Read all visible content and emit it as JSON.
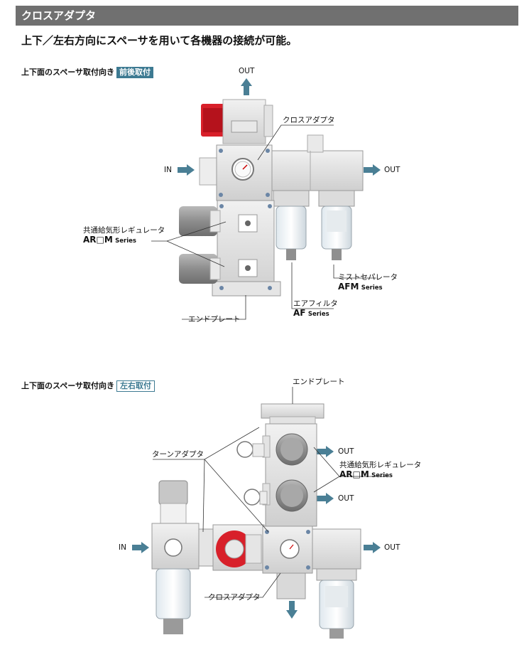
{
  "header": {
    "title": "クロスアダプタ"
  },
  "lead": "上下／左右方向にスペーサを用いて各機器の接続が可能。",
  "section1": {
    "title": "上下面のスペーサ取付向き",
    "badge": "前後取付",
    "labels": {
      "out": "OUT",
      "in": "IN",
      "out_right": "OUT",
      "cross_adapter": "クロスアダプタ",
      "regulator_name": "共通給気形レギュレータ",
      "regulator_model": "AR□M",
      "regulator_series": "Series",
      "mist_name": "ミストセパレータ",
      "mist_model": "AFM",
      "mist_series": "Series",
      "filter_name": "エアフィルタ",
      "filter_model": "AF",
      "filter_series": "Series",
      "end_plate": "エンドプレート"
    }
  },
  "section2": {
    "title": "上下面のスペーサ取付向き",
    "badge": "左右取付",
    "labels": {
      "end_plate": "エンドプレート",
      "turn_adapter": "ターンアダプタ",
      "out1": "OUT",
      "out2": "OUT",
      "regulator_name": "共通給気形レギュレータ",
      "regulator_model": "AR□M",
      "regulator_series": "Series",
      "in": "IN",
      "out3": "OUT",
      "cross_adapter": "クロスアダプタ"
    }
  },
  "colors": {
    "header_bg": "#707070",
    "accent": "#3d7a92",
    "arrow": "#4a7f95",
    "lock_red": "#d8202a"
  }
}
